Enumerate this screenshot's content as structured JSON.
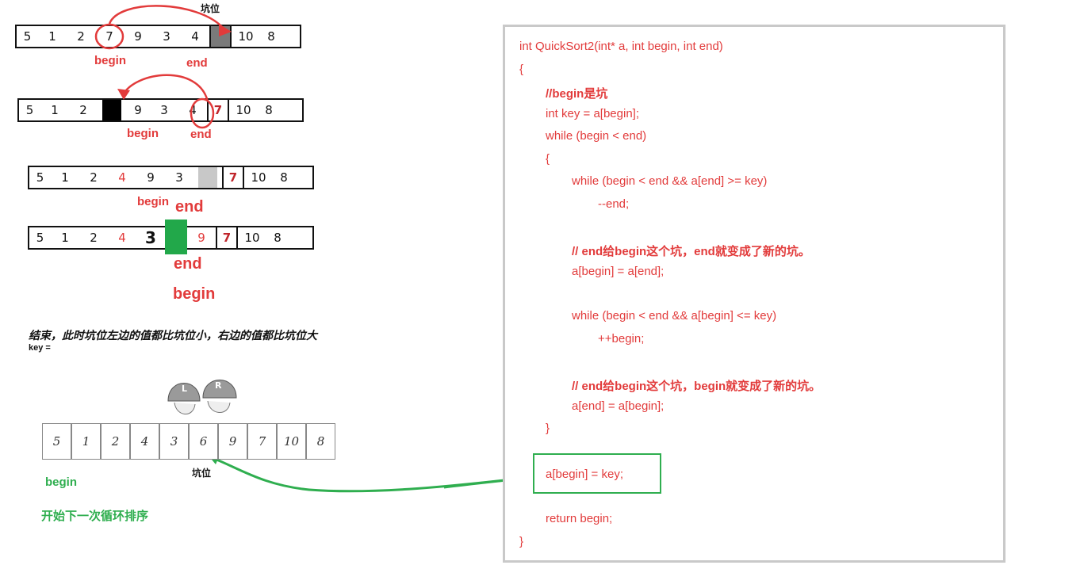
{
  "diagram": {
    "hole_label_top": "坑位",
    "rows": [
      {
        "cells": [
          "5",
          "1",
          "2",
          "7",
          "9",
          "3",
          "4",
          "",
          "10",
          "8"
        ]
      },
      {
        "cells": [
          "5",
          "1",
          "2",
          "",
          "9",
          "3",
          "4",
          "7",
          "10",
          "8"
        ]
      },
      {
        "cells": [
          "5",
          "1",
          "2",
          "4",
          "9",
          "3",
          "",
          "7",
          "10",
          "8"
        ]
      },
      {
        "cells": [
          "5",
          "1",
          "2",
          "4",
          "3",
          "",
          "9",
          "7",
          "10",
          "8"
        ]
      }
    ],
    "labels": {
      "begin": "begin",
      "end": "end"
    },
    "conclusion": "结束，此时坑位左边的值都比坑位小，右边的值都比坑位大",
    "key_text": "key =",
    "hand_row": [
      "5",
      "1",
      "2",
      "4",
      "3",
      "6",
      "9",
      "7",
      "10",
      "8"
    ],
    "helmet_left": "L",
    "helmet_right": "R",
    "hole_label_bottom": "坑位",
    "begin_green": "begin",
    "next_loop": "开始下一次循环排序"
  },
  "code": {
    "lines": [
      {
        "text": "int QuickSort2(int* a, int begin, int end)",
        "style": "red"
      },
      {
        "text": "{",
        "style": "red"
      },
      {
        "text": "//begin是坑",
        "style": "red-b"
      },
      {
        "text": "int key = a[begin];",
        "style": "red"
      },
      {
        "text": "while (begin < end)",
        "style": "red"
      },
      {
        "text": "{",
        "style": "red"
      },
      {
        "text": "while (begin < end && a[end] >= key)",
        "style": "red"
      },
      {
        "text": "--end;",
        "style": "red"
      },
      {
        "text": "// end给begin这个坑，end就变成了新的坑。",
        "style": "red-b"
      },
      {
        "text": "a[begin] = a[end];",
        "style": "red"
      },
      {
        "text": "while (begin < end && a[begin] <= key)",
        "style": "red"
      },
      {
        "text": "++begin;",
        "style": "red"
      },
      {
        "text": "// end给begin这个坑，begin就变成了新的坑。",
        "style": "red-b"
      },
      {
        "text": "a[end] = a[begin];",
        "style": "red"
      },
      {
        "text": "}",
        "style": "red"
      },
      {
        "text": "a[begin] = key;",
        "style": "red"
      },
      {
        "text": "return begin;",
        "style": "red"
      },
      {
        "text": "}",
        "style": "red"
      }
    ]
  },
  "colors": {
    "accent_red": "#e23b3b",
    "accent_green": "#2fae4f",
    "hole_green": "#22a84a",
    "box_border": "#c9c9c9"
  }
}
